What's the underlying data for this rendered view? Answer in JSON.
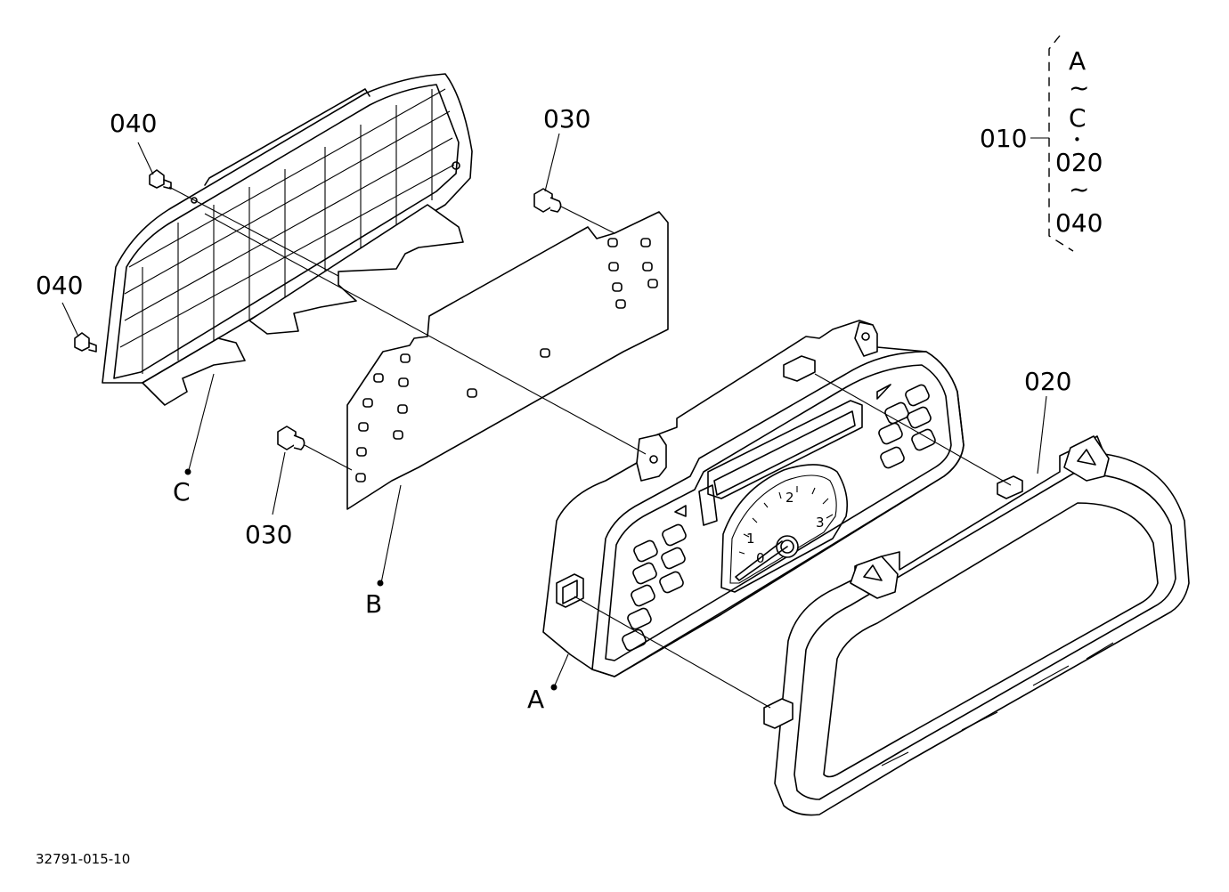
{
  "labels": {
    "p010": "010",
    "p020": "020",
    "p030_top": "030",
    "p030_bottom": "030",
    "p040_top": "040",
    "p040_left": "040",
    "ref_a": "A",
    "ref_b": "B",
    "ref_c": "C"
  },
  "set_bracket": {
    "line1": "A",
    "tilde1": "~",
    "line2": "C",
    "dot": "•",
    "line3": "020",
    "tilde2": "~",
    "line4": "040"
  },
  "gauge": {
    "tick_1": "1",
    "tick_2": "2",
    "tick_3": "3",
    "tick_0": "0"
  },
  "figure_id": "32791-015-10"
}
